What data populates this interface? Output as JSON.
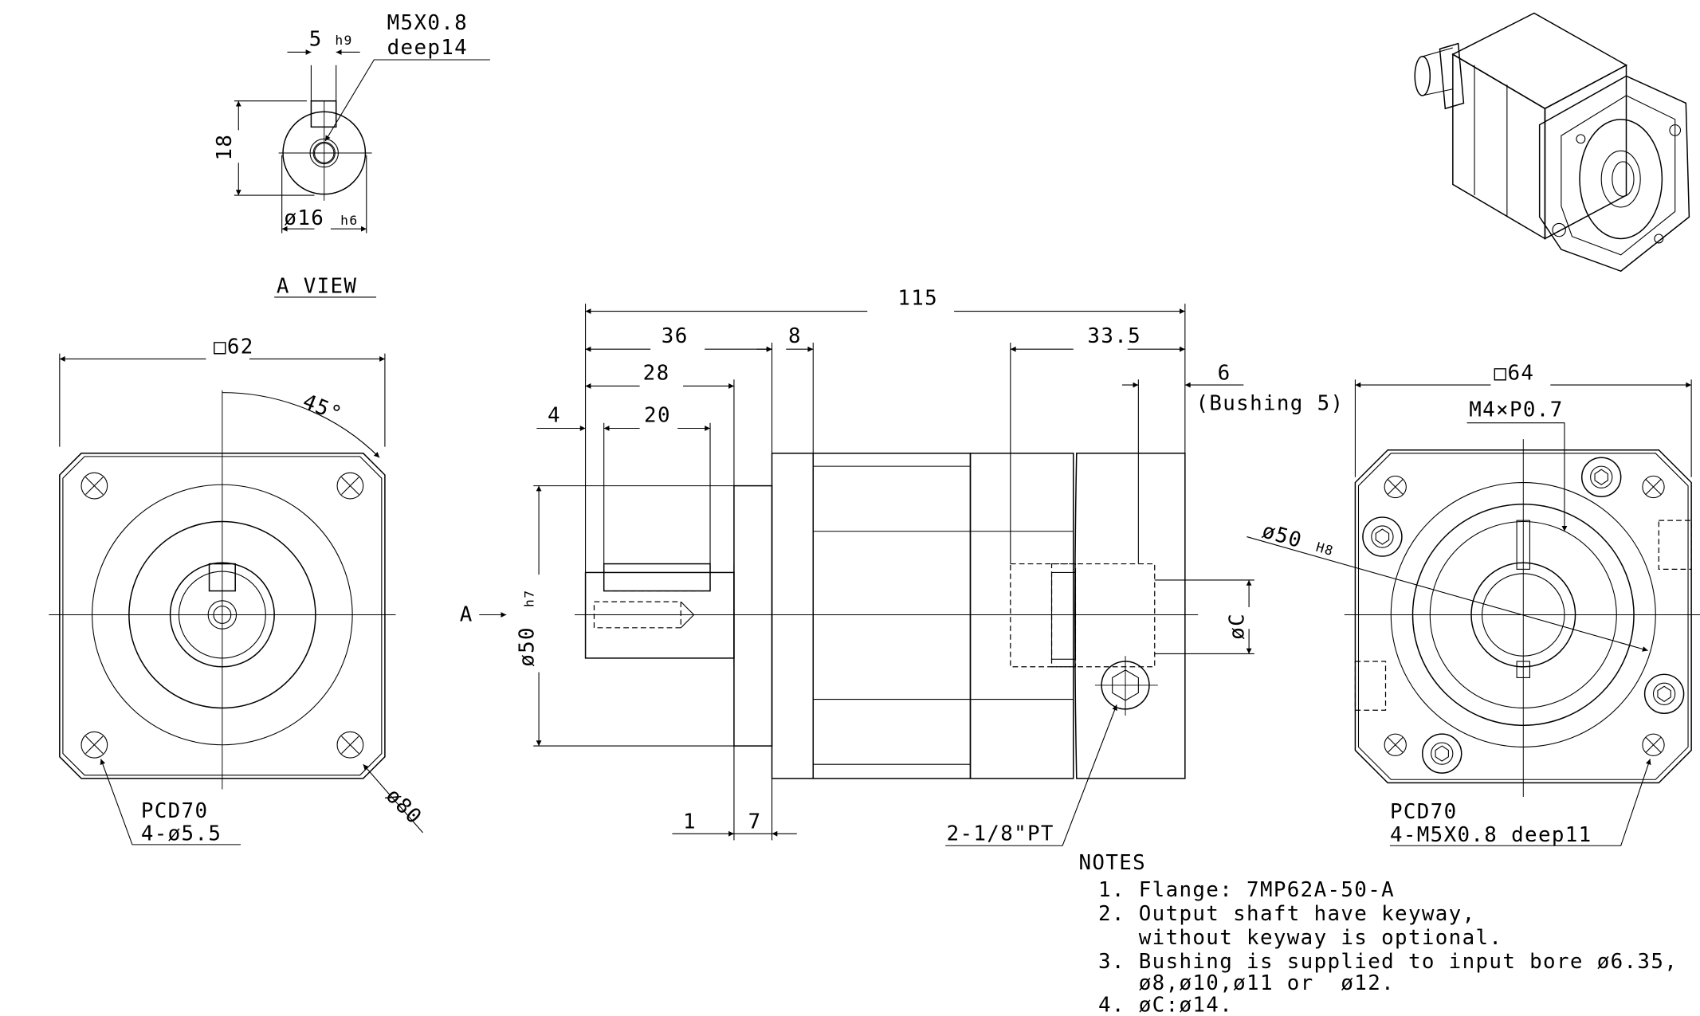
{
  "a_view": {
    "key_width": "5",
    "key_width_tol": "h9",
    "thread": "M5X0.8",
    "thread_depth": "deep14",
    "key_height": "18",
    "shaft_dia": "ø16",
    "shaft_tol": "h6",
    "title": "A VIEW"
  },
  "front_view": {
    "square": "□62",
    "angle": "45°",
    "outer_dia": "ø80",
    "pcd": "PCD70",
    "holes": "4-ø5.5"
  },
  "side_view": {
    "total_length": "115",
    "dim_36": "36",
    "dim_8": "8",
    "dim_28": "28",
    "dim_20": "20",
    "dim_4": "4",
    "dim_33_5": "33.5",
    "dim_6": "6",
    "bushing": "(Bushing 5)",
    "pilot_dia": "ø50",
    "pilot_tol": "h7",
    "view_arrow": "A",
    "bore_dia": "øC",
    "dim_1": "1",
    "dim_7": "7",
    "plug": "2-1/8\"PT"
  },
  "rear_view": {
    "square": "□64",
    "screw": "M4×P0.7",
    "bore": "ø50",
    "bore_tol": "H8",
    "pcd": "PCD70",
    "holes": "4-M5X0.8 deep11"
  },
  "notes": {
    "title": "NOTES",
    "lines": [
      "1. Flange: 7MP62A-50-A",
      "2. Output shaft have keyway,",
      "   without keyway is optional.",
      "3. Bushing is supplied to input bore ø6.35,",
      "   ø8,ø10,ø11 or  ø12.",
      "4. øC:ø14."
    ]
  }
}
